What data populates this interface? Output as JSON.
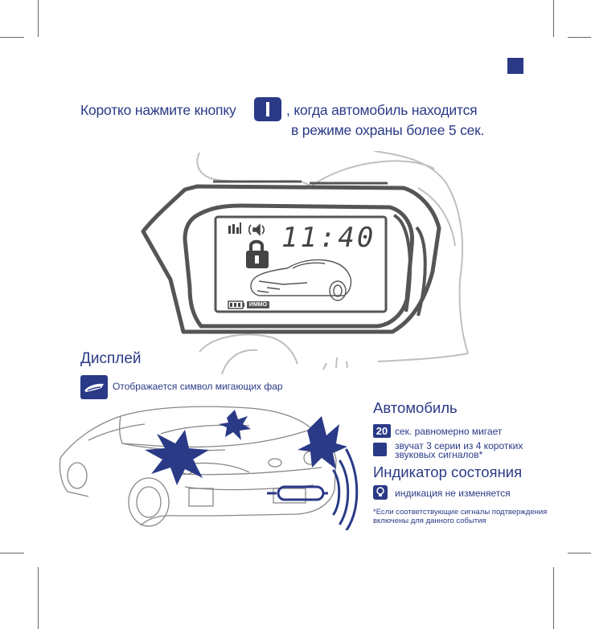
{
  "instruction": {
    "line1_start": "Коротко нажмите кнопку",
    "line1_end": ", когда автомобиль находится",
    "line2": "в режиме охраны более 5 сек."
  },
  "remote_display": {
    "time": "11:40",
    "immo_label": "ИММО"
  },
  "display_section": {
    "title": "Дисплей",
    "description": "Отображается символ мигающих фар"
  },
  "car_section": {
    "title": "Автомобиль",
    "badge": "20",
    "row1": "сек. равномерно мигает",
    "row2_line1": "звучат 3 серии из 4 коротких",
    "row2_line2": "звуковых сигналов*"
  },
  "status_section": {
    "title": "Индикатор состояния",
    "row1": "индикация не изменяется"
  },
  "footnote": {
    "line1": "*Если соответствующие сигналы подтверждения",
    "line2": "включены для данного события"
  },
  "colors": {
    "accent": "#2a3a87",
    "line": "#555555"
  }
}
